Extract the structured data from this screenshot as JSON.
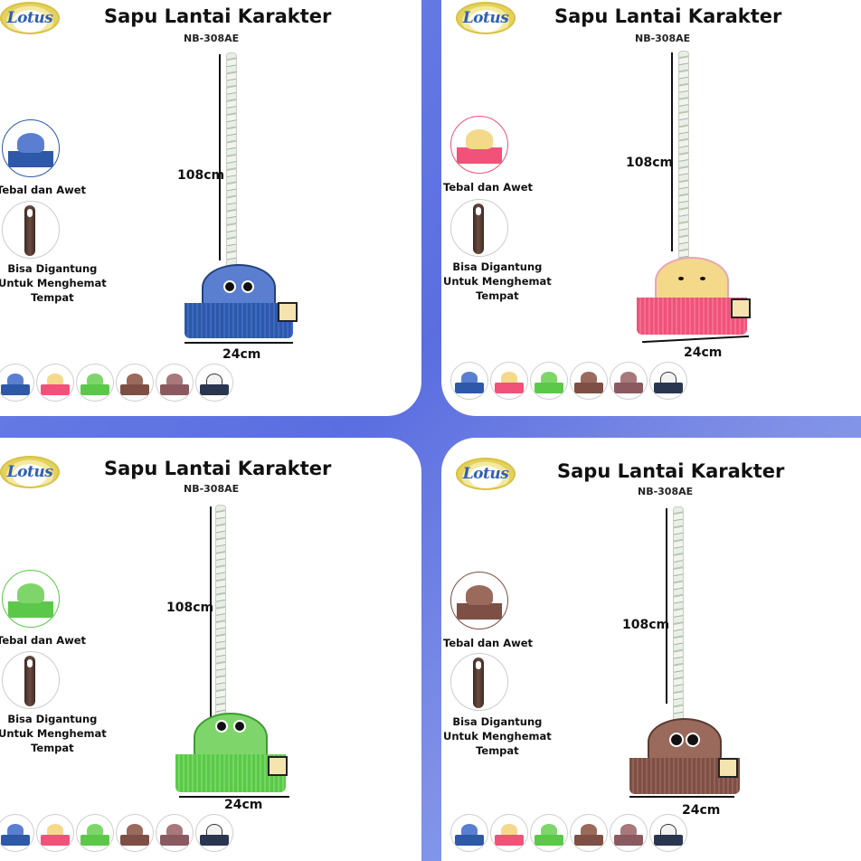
{
  "logo_text": "Lotus",
  "title": "Sapu Lantai Karakter",
  "product_code": "NB-308AE",
  "features": {
    "durable": "Tebal dan Awet",
    "hanging_line1": "Bisa Digantung",
    "hanging_line2": "Untuk Menghemat",
    "hanging_line3": "Tempat"
  },
  "dimensions": {
    "height": "108cm",
    "width": "24cm"
  },
  "panels": [
    {
      "character": "blue-cat",
      "bristle_color": "#2e58a8",
      "face_color": "#4a6fc4"
    },
    {
      "character": "yellow-cat",
      "bristle_color": "#f0527a",
      "face_color": "#f4d98a"
    },
    {
      "character": "frog",
      "bristle_color": "#5cc84a",
      "face_color": "#6fd65a"
    },
    {
      "character": "owl",
      "bristle_color": "#7e4f45",
      "face_color": "#8a5a4e"
    }
  ],
  "variant_colors": [
    {
      "name": "blue",
      "bristle": "#2e58a8",
      "face": "#5a7fd0"
    },
    {
      "name": "pink",
      "bristle": "#f0527a",
      "face": "#f4d98a"
    },
    {
      "name": "green",
      "bristle": "#5cc84a",
      "face": "#7ed66a"
    },
    {
      "name": "brown",
      "bristle": "#7e4f45",
      "face": "#9a6a5c"
    },
    {
      "name": "mauve",
      "bristle": "#8a5a60",
      "face": "#a9787a"
    },
    {
      "name": "navy-panda",
      "bristle": "#2a3550",
      "face": "#f2f2f2"
    }
  ]
}
